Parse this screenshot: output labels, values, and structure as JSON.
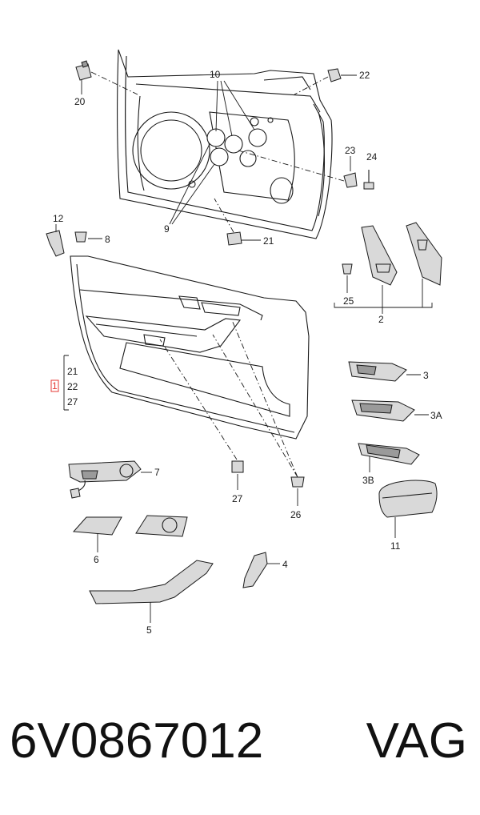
{
  "callouts": {
    "c1": "1",
    "c2": "2",
    "c3": "3",
    "c3a": "3A",
    "c3b": "3B",
    "c4": "4",
    "c5": "5",
    "c6": "6",
    "c7": "7",
    "c8": "8",
    "c9": "9",
    "c10": "10",
    "c11": "11",
    "c12": "12",
    "c20": "20",
    "c21": "21",
    "c22": "22",
    "c23": "23",
    "c24": "24",
    "c25": "25",
    "c26": "26",
    "c27": "27"
  },
  "group_1": {
    "a": "21",
    "b": "22",
    "c": "27"
  },
  "footer": {
    "part_number": "6V0867012",
    "brand": "VAG"
  },
  "colors": {
    "highlight": "#e53935",
    "line": "#1a1a1a"
  }
}
